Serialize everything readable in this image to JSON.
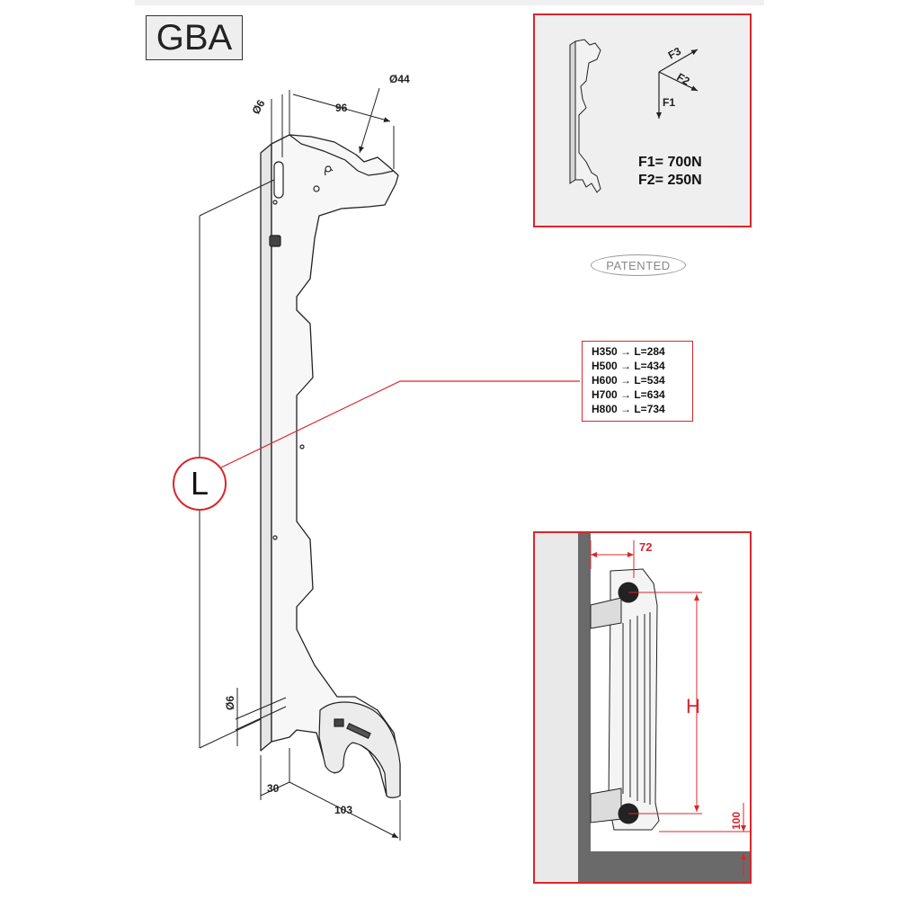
{
  "model": "GBA",
  "patent_label": "PATENTED",
  "bracket_dims": {
    "hole_top": "Ø6",
    "width_top": "96",
    "pipe_dia": "Ø44",
    "hole_bottom": "Ø6",
    "offset_bottom": "30",
    "width_bottom": "103"
  },
  "length_label": "L",
  "length_table": [
    "H350 → L=284",
    "H500 → L=434",
    "H600 → L=534",
    "H700 → L=634",
    "H800 → L=734"
  ],
  "force_labels": {
    "f1": "F1",
    "f2": "F2",
    "f3": "F3"
  },
  "force_values": [
    "F1= 700N",
    "F2= 250N"
  ],
  "install": {
    "wall_gap": "72",
    "height_label": "H",
    "floor_gap": "100"
  },
  "colors": {
    "accent": "#d9262c",
    "ink": "#222222",
    "panel": "#efefef"
  }
}
